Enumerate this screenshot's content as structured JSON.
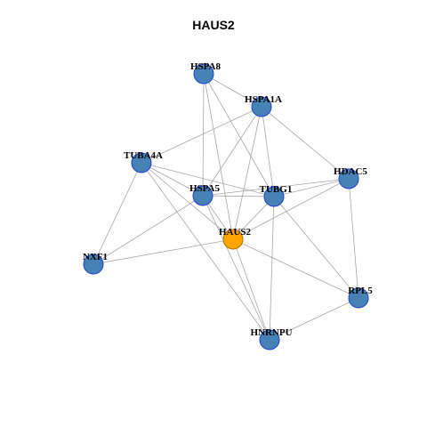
{
  "title": "HAUS2",
  "colors": {
    "node_fill": "#4682b4",
    "node_stroke": "#1f3fd8",
    "center_fill": "#ffa500",
    "center_stroke": "#b36b00",
    "edge": "#a6a6a6"
  },
  "nodes": [
    {
      "id": "HSPA8",
      "label": "HSPA8",
      "center": false
    },
    {
      "id": "HSPA1A",
      "label": "HSPA1A",
      "center": false
    },
    {
      "id": "TUBA4A",
      "label": "TUBA4A",
      "center": false
    },
    {
      "id": "HDAC5",
      "label": "HDAC5",
      "center": false
    },
    {
      "id": "HSPA5",
      "label": "HSPA5",
      "center": false
    },
    {
      "id": "TUBG1",
      "label": "TUBG1",
      "center": false
    },
    {
      "id": "HAUS2",
      "label": "HAUS2",
      "center": true
    },
    {
      "id": "NXF1",
      "label": "NXF1",
      "center": false
    },
    {
      "id": "RPL5",
      "label": "RPL5",
      "center": false
    },
    {
      "id": "HNRNPU",
      "label": "HNRNPU",
      "center": false
    }
  ],
  "edges": [
    [
      "HSPA8",
      "HSPA1A"
    ],
    [
      "HSPA8",
      "TUBG1"
    ],
    [
      "HSPA8",
      "HSPA5"
    ],
    [
      "HSPA8",
      "HAUS2"
    ],
    [
      "HSPA1A",
      "TUBA4A"
    ],
    [
      "HSPA1A",
      "HDAC5"
    ],
    [
      "HSPA1A",
      "HSPA5"
    ],
    [
      "HSPA1A",
      "TUBG1"
    ],
    [
      "HSPA1A",
      "HAUS2"
    ],
    [
      "TUBA4A",
      "HSPA5"
    ],
    [
      "TUBA4A",
      "TUBG1"
    ],
    [
      "TUBA4A",
      "NXF1"
    ],
    [
      "TUBA4A",
      "HAUS2"
    ],
    [
      "TUBA4A",
      "HNRNPU"
    ],
    [
      "HSPA5",
      "TUBG1"
    ],
    [
      "HSPA5",
      "HDAC5"
    ],
    [
      "HSPA5",
      "HAUS2"
    ],
    [
      "HSPA5",
      "HNRNPU"
    ],
    [
      "HSPA5",
      "NXF1"
    ],
    [
      "TUBG1",
      "HDAC5"
    ],
    [
      "TUBG1",
      "HAUS2"
    ],
    [
      "TUBG1",
      "HNRNPU"
    ],
    [
      "TUBG1",
      "RPL5"
    ],
    [
      "HDAC5",
      "HAUS2"
    ],
    [
      "HDAC5",
      "RPL5"
    ],
    [
      "HAUS2",
      "NXF1"
    ],
    [
      "HAUS2",
      "RPL5"
    ],
    [
      "HAUS2",
      "HNRNPU"
    ],
    [
      "RPL5",
      "HNRNPU"
    ]
  ]
}
